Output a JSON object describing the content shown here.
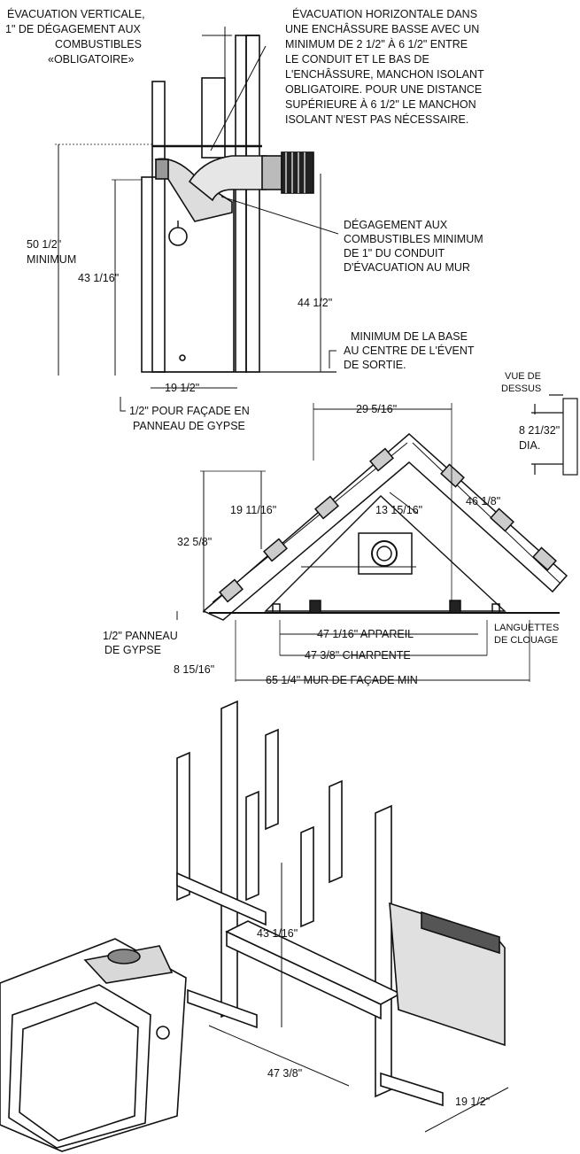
{
  "vertical_vent": {
    "lines": [
      "ÉVACUATION VERTICALE,",
      "1\" DE DÉGAGEMENT AUX",
      "COMBUSTIBLES",
      "«OBLIGATOIRE»"
    ]
  },
  "horizontal_vent": {
    "lines": [
      "ÉVACUATION HORIZONTALE DANS",
      "UNE ENCHÂSSURE BASSE AVEC UN",
      "MINIMUM DE 2 1/2\" À 6 1/2\" ENTRE",
      "LE CONDUIT ET LE BAS DE",
      "L'ENCHÂSSURE, MANCHON ISOLANT",
      "OBLIGATOIRE. POUR UNE DISTANCE",
      "SUPÉRIEURE À 6 1/2\" LE MANCHON",
      "ISOLANT N'EST PAS NÉCESSAIRE."
    ]
  },
  "clearance_note": {
    "lines": [
      "DÉGAGEMENT AUX",
      "COMBUSTIBLES MINIMUM",
      "DE 1\"  DU CONDUIT",
      "D'ÉVACUATION AU MUR"
    ]
  },
  "base_note": {
    "lines": [
      "MINIMUM DE LA BASE",
      "AU CENTRE DE L'ÉVENT",
      "DE  SORTIE."
    ]
  },
  "side_view_dims": {
    "height_min_a": "50 1/2\"",
    "height_min_b": "MINIMUM",
    "height_unit": "43 1/16\"",
    "vent_height": "44 1/2\"",
    "depth": "19 1/2\"",
    "drywall_note_1": "1/2\" POUR FAÇADE EN",
    "drywall_note_2": "PANNEAU DE GYPSE"
  },
  "top_view_inset": {
    "title_1": "VUE DE",
    "title_2": "DESSUS",
    "dia_1": "8 21/32\"",
    "dia_2": "DIA."
  },
  "plan_view_dims": {
    "top_width": "29 5/16\"",
    "height_inner": "19 11/16\"",
    "height_outer": "32 5/8\"",
    "diag_inner": "13 15/16\"",
    "diag_outer": "46 1/8\"",
    "drywall_1": "1/2\" PANNEAU",
    "drywall_2": "DE GYPSE",
    "offset": "8 15/16\"",
    "unit_width": "47 1/16\" APPAREIL",
    "nailing_1": "LANGUETTES",
    "nailing_2": "DE CLOUAGE",
    "framing_width": "47 3/8\" CHARPENTE",
    "wall_min": "65 1/4\" MUR DE FAÇADE MIN"
  },
  "framing_dims": {
    "height": "43 1/16\"",
    "width": "47 3/8\"",
    "depth": "19 1/2\""
  }
}
